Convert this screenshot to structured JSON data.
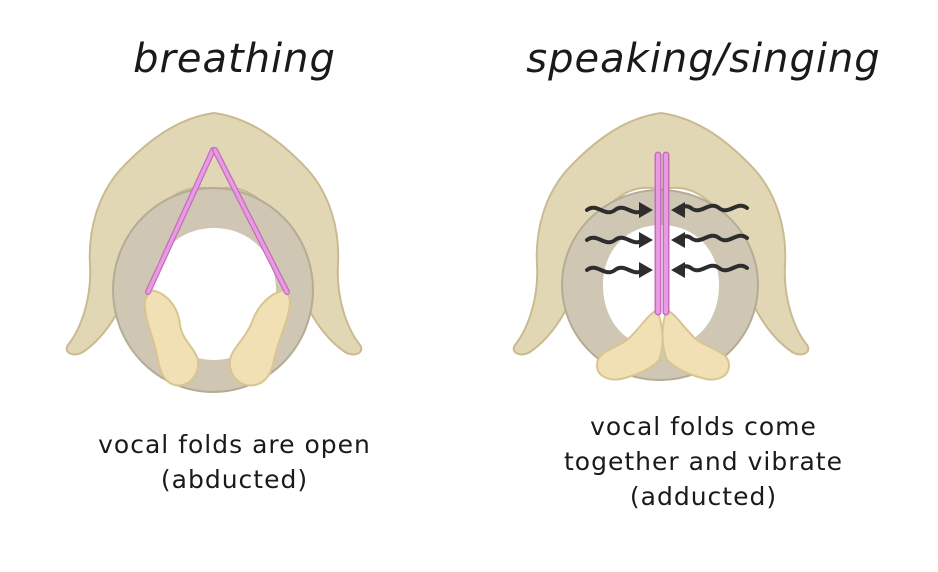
{
  "panels": [
    {
      "title": "breathing",
      "caption": [
        "vocal folds are open",
        "(abducted)"
      ]
    },
    {
      "title": "speaking/singing",
      "caption": [
        "vocal folds come",
        "together and vibrate",
        "(adducted)"
      ]
    }
  ],
  "colors": {
    "cartilage": "#e2d7b5",
    "cartilage_edge": "#c9ba90",
    "ring": "#cfc7b3",
    "ring_edge": "#b5ac96",
    "arytenoid": "#f1e0b4",
    "fold": "#e79be0",
    "fold_edge": "#c56cbd",
    "arrow": "#2d2d2d"
  }
}
